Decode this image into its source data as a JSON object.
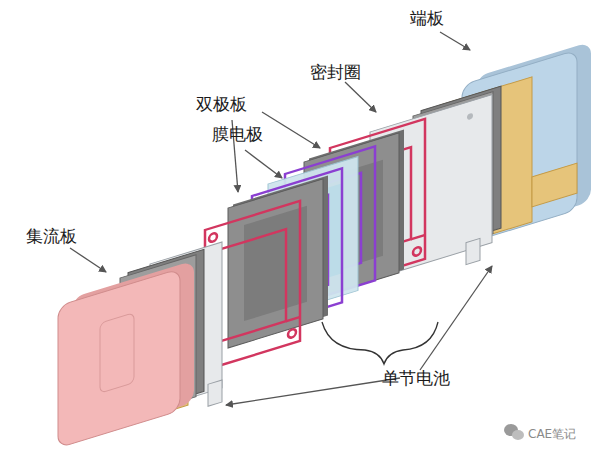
{
  "diagram": {
    "labels": [
      "端板",
      "密封圈",
      "双极板",
      "膜电极",
      "集流板",
      "单节电池",
      "CAE笔记"
    ]
  }
}
